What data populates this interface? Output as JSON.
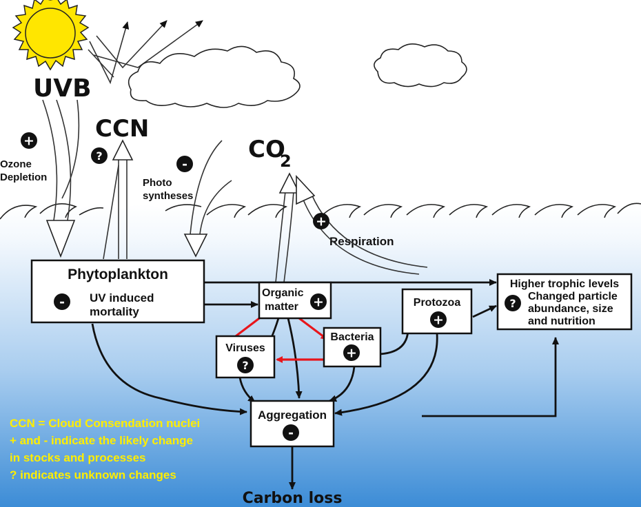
{
  "labels": {
    "uvb": "UVB",
    "ccn": "CCN",
    "co2_main": "CO",
    "co2_sub": "2",
    "ozone_line1": "Ozone",
    "ozone_line2": "Depletion",
    "photo_line1": "Photo",
    "photo_line2": "syntheses",
    "respiration": "Respiration",
    "carbon_loss": "Carbon loss"
  },
  "boxes": {
    "phytoplankton": {
      "title": "Phytoplankton",
      "line1": "UV induced",
      "line2": "mortality",
      "sign": "-"
    },
    "organic_matter": {
      "line1": "Organic",
      "line2": "matter",
      "sign": "+"
    },
    "protozoa": {
      "title": "Protozoa",
      "sign": "+"
    },
    "bacteria": {
      "title": "Bacteria",
      "sign": "+"
    },
    "viruses": {
      "title": "Viruses",
      "sign": "?"
    },
    "aggregation": {
      "title": "Aggregation",
      "sign": "-"
    },
    "higher_trophic": {
      "title": "Higher trophic levels",
      "line1": "Changed particle",
      "line2": "abundance, size",
      "line3": "and nutrition",
      "sign": "?"
    }
  },
  "signs": {
    "ozone": "+",
    "ccn": "?",
    "photosyntheses": "-",
    "respiration": "+"
  },
  "legend": {
    "line1": "CCN = Cloud Consendation nuclei",
    "line2": "+ and - indicate the likely change",
    "line3": "in stocks and processes",
    "line4": "? indicates unknown changes"
  },
  "colors": {
    "ocean_top": "#ffffff",
    "ocean_bottom": "#3c8cd6",
    "sun_fill": "#ffe600",
    "sun_stroke": "#222222",
    "legend_text": "#ffee00",
    "red_arrow": "#e8151b"
  }
}
